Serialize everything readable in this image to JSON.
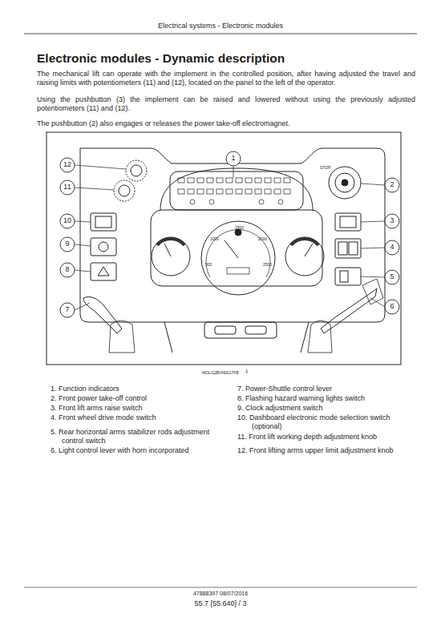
{
  "diagram": {
    "title": "Electronic modules - Dynamic description",
    "labels": [
      "Electrical systems - Electronic modules",
      "The mechanical lift can operate with the implement in the controlled position, after having adjusted the travel and raising limits with potentiometers (11) and (12), located on the panel to the left of the operator.",
      "Using the pushbutton (3) the implement can be raised and lowered without using the previously adjusted potentiometers (11) and (12).",
      "The pushbutton (2) also engages or releases the power take-off electromagnet.",
      "1",
      "2",
      "3",
      "4",
      "5",
      "6",
      "7",
      "8",
      "9",
      "10",
      "11",
      "12",
      "STOP",
      "500",
      "1000",
      "1500",
      "2000",
      "2500",
      "MOLI12BVN0017FB",
      "1",
      "1. Function indicators",
      "2. Front power take-off control",
      "3. Front lift arms raise switch",
      "4. Front wheel drive mode switch",
      "5. Rear horizontal arms stabilizer rods adjustment control switch",
      "6. Light control lever with horn incorporated",
      "7. Power-Shuttle control lever",
      "8. Flashing hazard warning lights switch",
      "9. Clock adjustment switch",
      "10. Dashboard electronic mode selection switch (optional)",
      "11. Front lift working depth adjustment knob",
      "12. Front lifting arms upper limit adjustment knob",
      "47888397 08/07/2016",
      "55.7 [55.640] / 3"
    ]
  }
}
